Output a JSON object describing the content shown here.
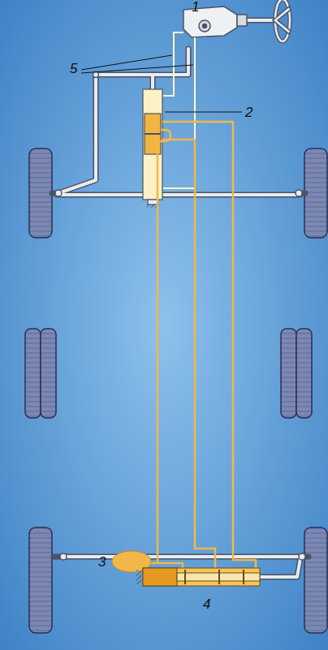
{
  "diagram": {
    "labels": [
      "1",
      "5",
      "2",
      "3",
      "4"
    ]
  }
}
